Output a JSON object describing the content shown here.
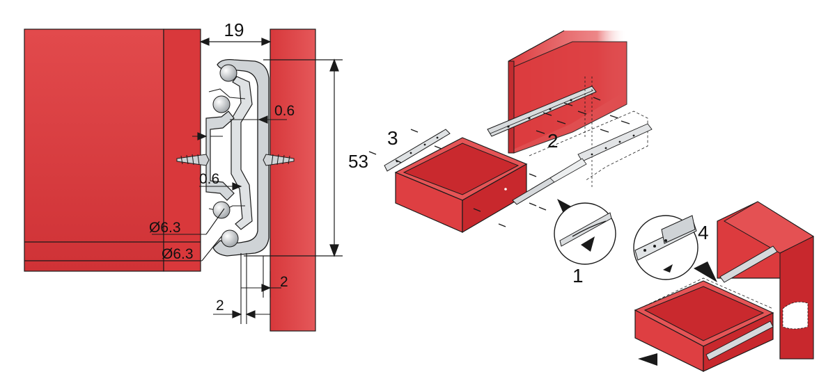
{
  "cross_section": {
    "dimensions": {
      "width_top": "19",
      "height_right": "53",
      "gap_upper": "0.6",
      "gap_lower": "0.6",
      "ball_upper": "Ø6.3",
      "ball_lower": "Ø6.3",
      "clearance_right": "2",
      "clearance_bottom": "2"
    }
  },
  "assembly": {
    "steps": [
      "1",
      "2",
      "3",
      "4"
    ]
  },
  "colors": {
    "panel_red": "#dc3b3e",
    "panel_dark": "#b8262b",
    "steel": "#cfd3d6",
    "outline": "#1a1a1a"
  }
}
